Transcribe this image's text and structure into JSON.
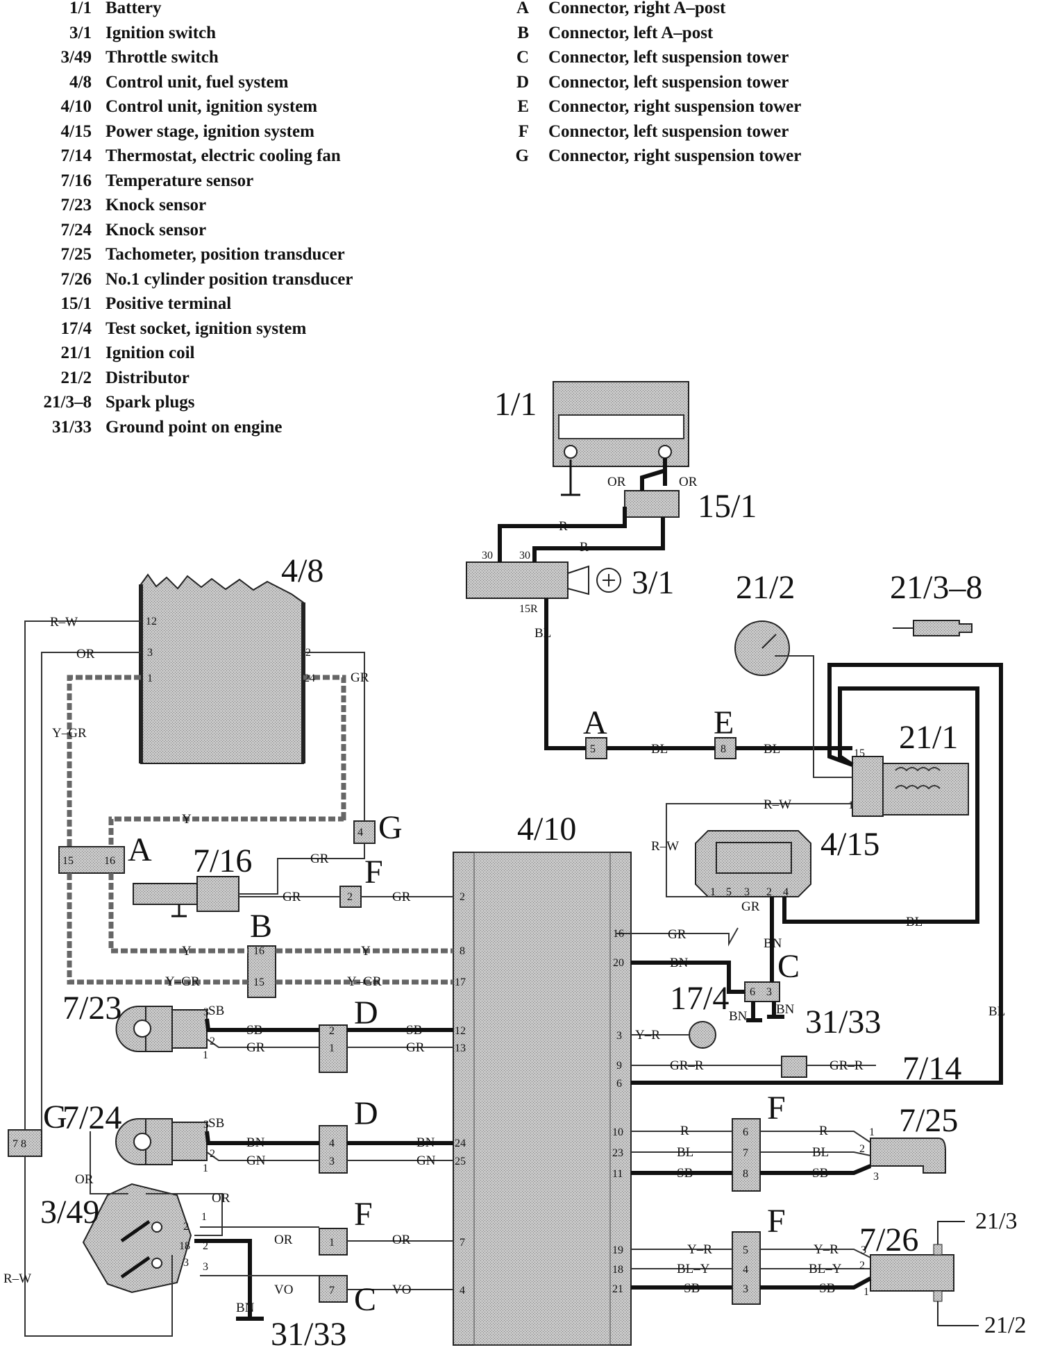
{
  "legend_left": [
    {
      "code": "1/1",
      "label": "Battery"
    },
    {
      "code": "3/1",
      "label": "Ignition switch"
    },
    {
      "code": "3/49",
      "label": "Throttle switch"
    },
    {
      "code": "4/8",
      "label": "Control unit, fuel system"
    },
    {
      "code": "4/10",
      "label": "Control unit, ignition system"
    },
    {
      "code": "4/15",
      "label": "Power stage, ignition system"
    },
    {
      "code": "7/14",
      "label": "Thermostat, electric cooling fan"
    },
    {
      "code": "7/16",
      "label": "Temperature sensor"
    },
    {
      "code": "7/23",
      "label": "Knock sensor"
    },
    {
      "code": "7/24",
      "label": "Knock sensor"
    },
    {
      "code": "7/25",
      "label": "Tachometer, position transducer"
    },
    {
      "code": "7/26",
      "label": "No.1 cylinder position transducer"
    },
    {
      "code": "15/1",
      "label": "Positive terminal"
    },
    {
      "code": "17/4",
      "label": "Test socket, ignition system"
    },
    {
      "code": "21/1",
      "label": "Ignition coil"
    },
    {
      "code": "21/2",
      "label": "Distributor"
    },
    {
      "code": "21/3–8",
      "label": "Spark plugs"
    },
    {
      "code": "31/33",
      "label": "Ground point on engine"
    }
  ],
  "legend_right": [
    {
      "code": "A",
      "label": "Connector, right A–post"
    },
    {
      "code": "B",
      "label": "Connector, left A–post"
    },
    {
      "code": "C",
      "label": "Connector, left suspension tower"
    },
    {
      "code": "D",
      "label": "Connector, left suspension tower"
    },
    {
      "code": "E",
      "label": "Connector, right suspension tower"
    },
    {
      "code": "F",
      "label": "Connector, left suspension tower"
    },
    {
      "code": "G",
      "label": "Connector, right suspension tower"
    }
  ],
  "components": {
    "battery": "1/1",
    "pos_terminal": "15/1",
    "ign_switch": "3/1",
    "fuel_cu": "4/8",
    "distributor": "21/2",
    "spark_plugs": "21/3–8",
    "ign_coil": "21/1",
    "ign_cu": "4/10",
    "power_stage": "4/15",
    "temp_sensor": "7/16",
    "knock_1": "7/23",
    "knock_2": "7/24",
    "test_socket": "17/4",
    "ground_1": "31/33",
    "ground_2": "31/33",
    "fan_thermo": "7/14",
    "tacho": "7/25",
    "throttle": "3/49",
    "cyl_pos": "7/26",
    "cyl_pos_ref_1": "21/3",
    "cyl_pos_ref_2": "21/2"
  },
  "connectors": {
    "A_top": "A",
    "E": "E",
    "A_left": "A",
    "B": "B",
    "C_top": "C",
    "C_bottom": "C",
    "D_1": "D",
    "D_2": "D",
    "F_temp": "F",
    "F_tacho": "F",
    "F_throttle": "F",
    "F_cyl": "F",
    "G_top": "G",
    "G_left": "G"
  },
  "wires": {
    "or": "OR",
    "r": "R",
    "bl": "BL",
    "rw": "R–W",
    "gr": "GR",
    "y": "Y",
    "ygr": "Y–GR",
    "bn": "BN",
    "sb": "SB",
    "gn": "GN",
    "yr": "Y–R",
    "grr": "GR–R",
    "bly": "BL–Y",
    "vo": "VO"
  },
  "pins": {
    "p1": "1",
    "p2": "2",
    "p3": "3",
    "p4": "4",
    "p5": "5",
    "p6": "6",
    "p7": "7",
    "p8": "8",
    "p9": "9",
    "p10": "10",
    "p11": "11",
    "p12": "12",
    "p13": "13",
    "p15": "15",
    "p16": "16",
    "p17": "17",
    "p18": "18",
    "p19": "19",
    "p20": "20",
    "p21": "21",
    "p23": "23",
    "p24": "24",
    "p25": "25",
    "p30": "30",
    "p15r": "15R",
    "p78": "7 8"
  }
}
